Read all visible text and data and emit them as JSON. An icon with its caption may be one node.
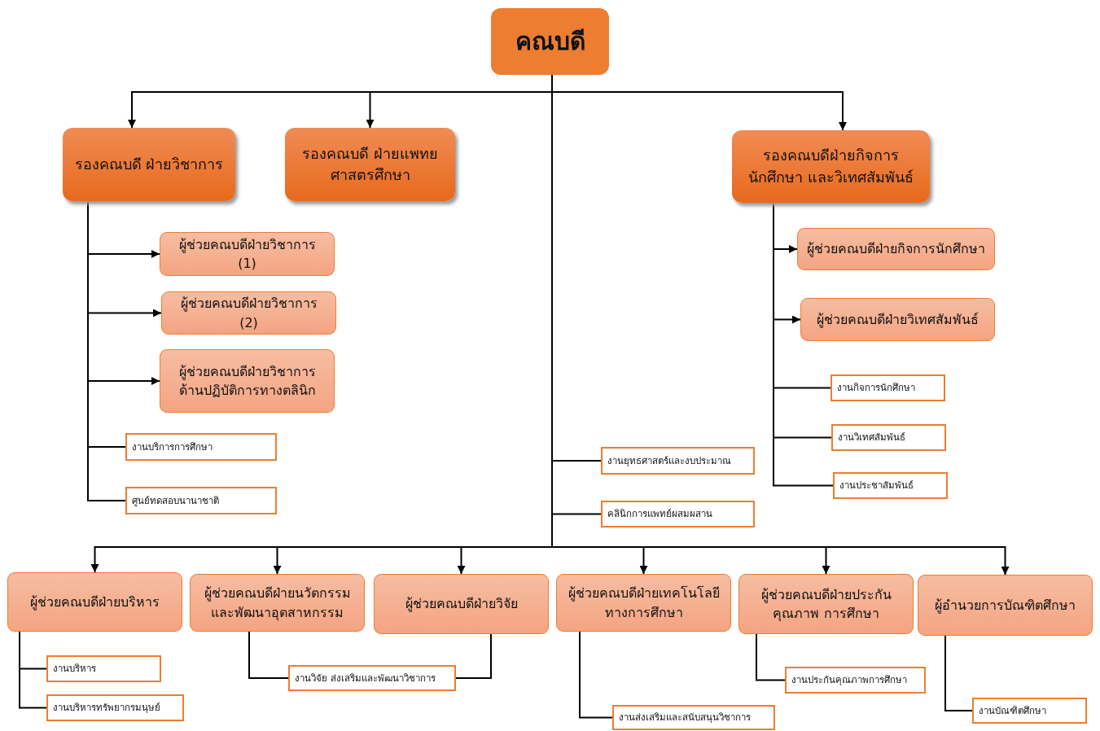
{
  "diagram": {
    "nodes": [
      {
        "text": [
          "คณบดี"
        ]
      },
      {
        "text": [
          "รองคณบดี ฝ่ายวิชาการ"
        ]
      },
      {
        "text": [
          "รองคณบดี ฝ่ายแพทยศาสตรศึกษา"
        ]
      },
      {
        "text": [
          "รองคณบดีฝ่ายกิจการนักศึกษา และวิเทศสัมพันธ์"
        ]
      },
      {
        "text": [
          "ผู้ช่วยคณบดีฝ่ายวิชาการ (1)"
        ]
      },
      {
        "text": [
          "ผู้ช่วยคณบดีฝ่ายวิชาการ (2)"
        ]
      },
      {
        "text": [
          "ผู้ช่วยคณบดีฝ่ายวิชาการ ด้านปฏิบัติการทางตลินิก"
        ]
      },
      {
        "text": [
          "งานบริการการศึกษา"
        ]
      },
      {
        "text": [
          "ศูนย์ทดสอบนานาชาติ"
        ]
      },
      {
        "text": [
          "ผู้ช่วยคณบดีฝ่ายกิจการนักศึกษา"
        ]
      },
      {
        "text": [
          "ผู้ช่วยคณบดีฝ่ายวิเทศสัมพันธ์"
        ]
      },
      {
        "text": [
          "งานกิจการนักศึกษา"
        ]
      },
      {
        "text": [
          "งานวิเทศสัมพันธ์"
        ]
      },
      {
        "text": [
          "งานประชาสัมพันธ์"
        ]
      },
      {
        "text": [
          "งานยุทธศาสตร์และงบประมาณ"
        ]
      },
      {
        "text": [
          "คลินิกการแพทย์ผสมผสาน"
        ]
      },
      {
        "text": [
          "ผู้ช่วยคณบดีฝ่ายบริหาร"
        ]
      },
      {
        "text": [
          "ผู้ช่วยคณบดีฝ่ายนวัตกรรม และพัฒนาอุตสาหกรรม"
        ]
      },
      {
        "text": [
          "ผู้ช่วยคณบดีฝ่ายวิจัย"
        ]
      },
      {
        "text": [
          "ผู้ช่วยคณบดีฝ่ายเทคโนโลยี ทางการศึกษา"
        ]
      },
      {
        "text": [
          "ผู้ช่วยคณบดีฝ่ายประกันคุณภาพ การศึกษา"
        ]
      },
      {
        "text": [
          "ผู้อำนวยการบัณฑิตศึกษา"
        ]
      },
      {
        "text": [
          "งานบริหาร"
        ]
      },
      {
        "text": [
          "งานบริหารทรัพยากรมนุษย์"
        ]
      },
      {
        "text": [
          "งานวิจัย ส่งเสริมและพัฒนาวิชาการ"
        ]
      },
      {
        "text": [
          "งานส่งเสริมและสนับสนุนวิชาการ"
        ]
      },
      {
        "text": [
          "งานประกันคุณภาพการศึกษา"
        ]
      },
      {
        "text": [
          "งานบัณฑิตศึกษา"
        ]
      }
    ],
    "edges": [
      {
        "from": 0,
        "to": 1,
        "arrow": "to"
      },
      {
        "from": 0,
        "to": 2,
        "arrow": "to"
      },
      {
        "from": 0,
        "to": 3,
        "arrow": "to"
      },
      {
        "from": 1,
        "to": 4,
        "arrow": "to"
      },
      {
        "from": 1,
        "to": 5,
        "arrow": "to"
      },
      {
        "from": 1,
        "to": 6,
        "arrow": "to"
      },
      {
        "from": 1,
        "to": 7,
        "arrow": "none"
      },
      {
        "from": 1,
        "to": 8,
        "arrow": "none"
      },
      {
        "from": 3,
        "to": 9,
        "arrow": "to"
      },
      {
        "from": 3,
        "to": 10,
        "arrow": "to"
      },
      {
        "from": 3,
        "to": 11,
        "arrow": "none"
      },
      {
        "from": 3,
        "to": 12,
        "arrow": "none"
      },
      {
        "from": 3,
        "to": 13,
        "arrow": "none"
      },
      {
        "from": 0,
        "to": 14,
        "arrow": "none"
      },
      {
        "from": 0,
        "to": 15,
        "arrow": "none"
      },
      {
        "from": 0,
        "to": 16,
        "arrow": "to"
      },
      {
        "from": 0,
        "to": 17,
        "arrow": "to"
      },
      {
        "from": 0,
        "to": 18,
        "arrow": "to"
      },
      {
        "from": 0,
        "to": 19,
        "arrow": "to"
      },
      {
        "from": 0,
        "to": 20,
        "arrow": "to"
      },
      {
        "from": 0,
        "to": 21,
        "arrow": "to"
      },
      {
        "from": 16,
        "to": 22,
        "arrow": "none"
      },
      {
        "from": 16,
        "to": 23,
        "arrow": "none"
      },
      {
        "from": 17,
        "to": 24,
        "arrow": "none"
      },
      {
        "from": 18,
        "to": 24,
        "arrow": "none"
      },
      {
        "from": 19,
        "to": 25,
        "arrow": "none"
      },
      {
        "from": 20,
        "to": 26,
        "arrow": "none"
      },
      {
        "from": 21,
        "to": 27,
        "arrow": "none"
      }
    ]
  }
}
